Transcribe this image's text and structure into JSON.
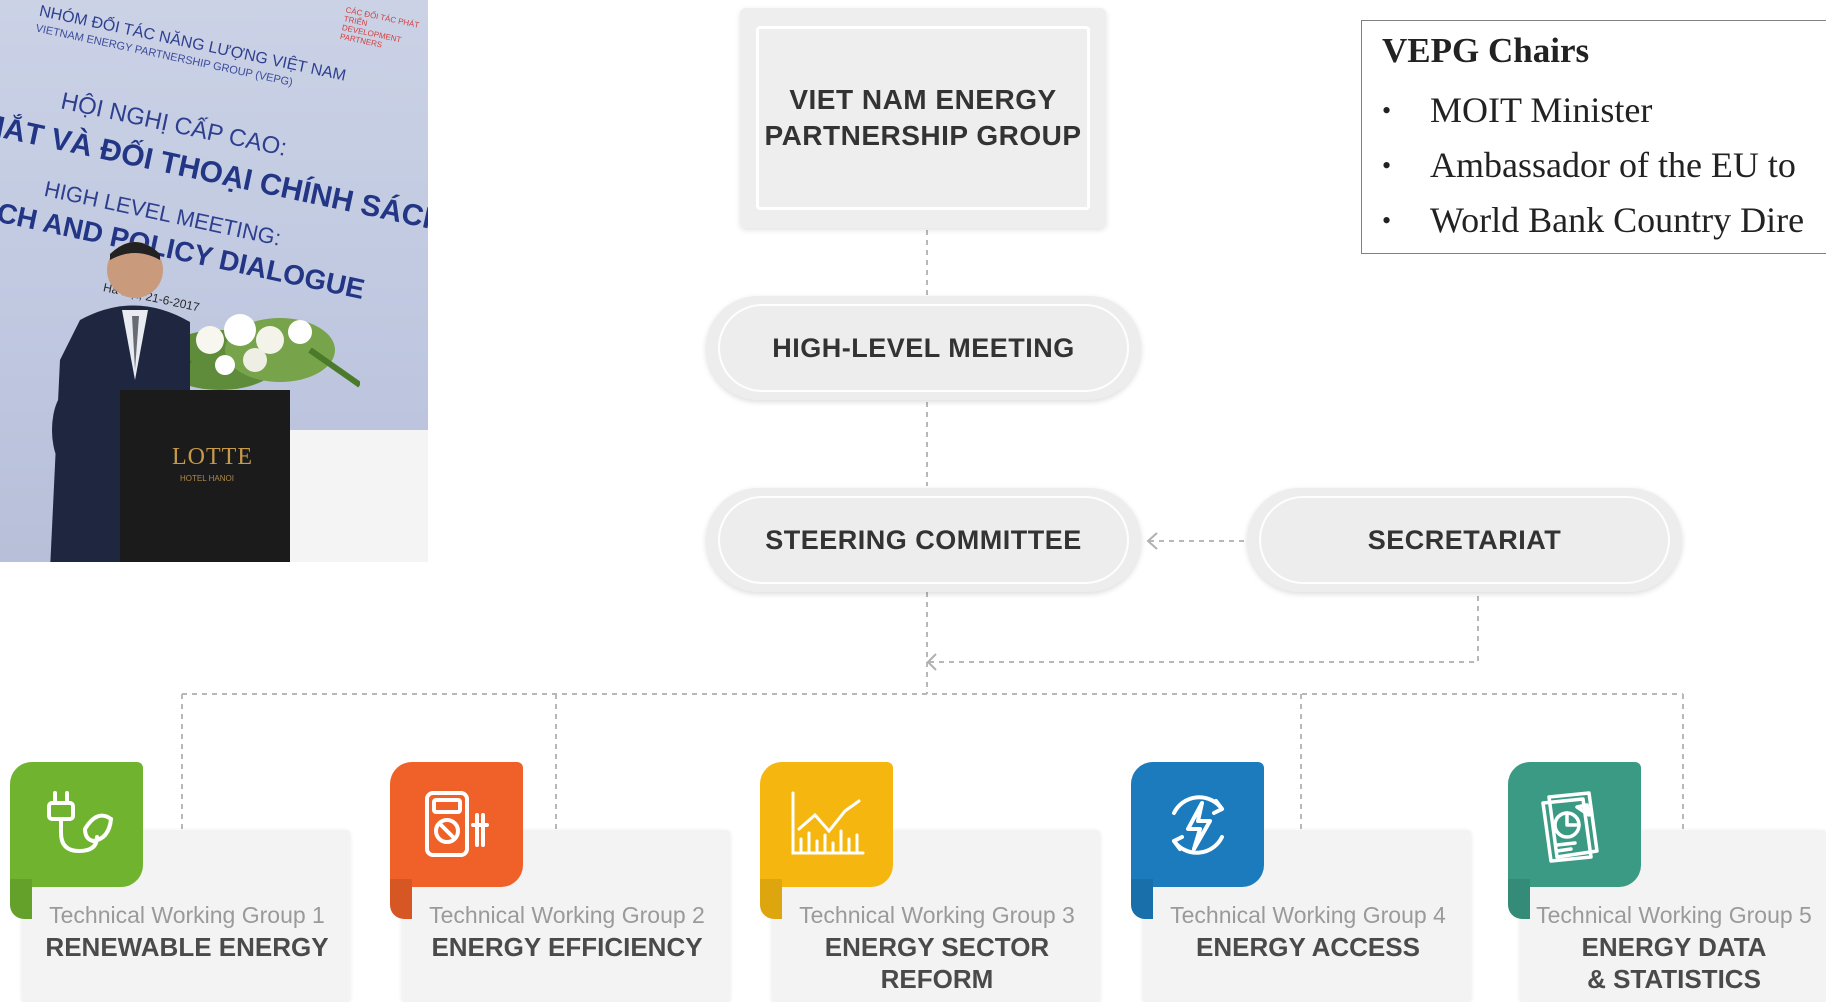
{
  "photo": {
    "banner_line1": "NHÓM ĐỐI TÁC NĂNG LƯỢNG VIỆT NAM",
    "banner_line2": "VIETNAM ENERGY PARTNERSHIP GROUP (VEPG)",
    "banner_line3": "HỘI NGHỊ CẤP CAO:",
    "banner_line4": "A MẮT VÀ ĐỐI THOẠI CHÍNH SÁCH",
    "banner_line5": "HIGH LEVEL MEETING:",
    "banner_line6": "AUNCH AND POLICY DIALOGUE",
    "banner_place_date": "Hà Nội, 21-6-2017",
    "corner_logo_text": "CÁC ĐỐI TÁC PHÁT TRIỂN DEVELOPMENT PARTNERS",
    "podium_brand": "LOTTE",
    "podium_sub": "HOTEL HANOI"
  },
  "chairs": {
    "title": "VEPG Chairs",
    "items": [
      "MOIT Minister",
      "Ambassador of the EU to",
      "World Bank Country Dire"
    ]
  },
  "diagram": {
    "top": "VIET NAM ENERGY\nPARTNERSHIP GROUP",
    "high_level": "HIGH-LEVEL MEETING",
    "steering": "STEERING COMMITTEE",
    "secretariat": "SECRETARIAT",
    "groups": [
      {
        "sub": "Technical Working Group 1",
        "name": "RENEWABLE ENERGY",
        "color": "#6fb32f",
        "icon": "plug-leaf-icon"
      },
      {
        "sub": "Technical Working Group 2",
        "name": "ENERGY EFFICIENCY",
        "color": "#ef6128",
        "icon": "meter-icon"
      },
      {
        "sub": "Technical Working Group 3",
        "name": "ENERGY SECTOR\nREFORM",
        "color": "#f5b70f",
        "icon": "chart-icon"
      },
      {
        "sub": "Technical Working Group 4",
        "name": "ENERGY ACCESS",
        "color": "#1b7bbd",
        "icon": "energy-cycle-icon"
      },
      {
        "sub": "Technical Working Group 5",
        "name": "ENERGY DATA\n& STATISTICS",
        "color": "#3a9a84",
        "icon": "data-report-icon"
      }
    ]
  }
}
